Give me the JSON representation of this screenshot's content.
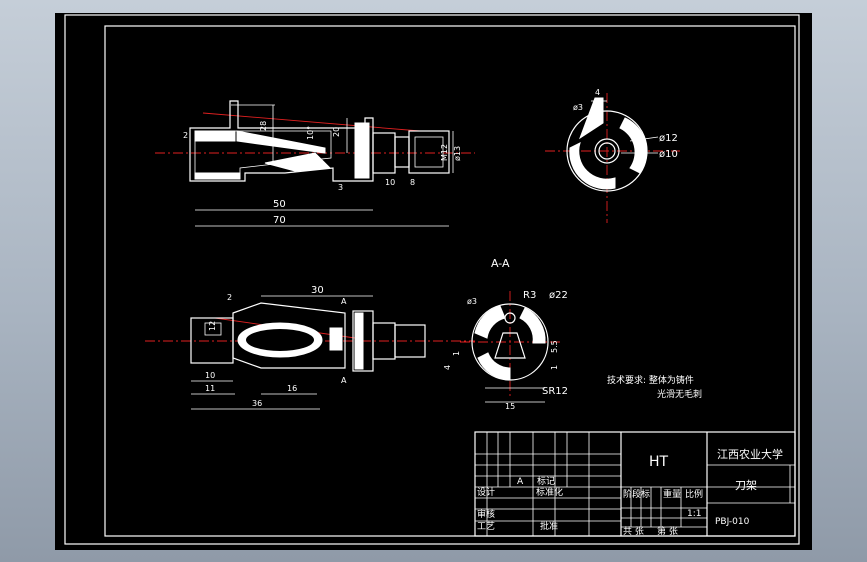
{
  "drawing": {
    "dims_view1": {
      "d28": "28",
      "d20": "20",
      "d10deg": "10°",
      "d50": "50",
      "d70": "70",
      "dM12": "M12",
      "d13": "ø13",
      "d10": "10",
      "d8": "8",
      "d2": "2",
      "d3": "3"
    },
    "dims_view2": {
      "d30": "30",
      "d10": "10",
      "d11": "11",
      "d16": "16",
      "d36": "36",
      "d2": "2",
      "d12": "12",
      "sectionA_top": "A",
      "sectionA_bottom": "A"
    },
    "dims_view3": {
      "d4": "4",
      "phi3": "ø3",
      "phi12": "ø12",
      "phi10": "ø10"
    },
    "section": {
      "title": "A-A",
      "phi3": "ø3",
      "r3": "R3",
      "phi22": "ø22",
      "d4": "4",
      "d1": "1",
      "d55": "5.5",
      "d1b": "1",
      "sr12": "SR12",
      "d15": "15"
    },
    "notes": {
      "line1": "技术要求: 整体为铸件",
      "line2": "光滑无毛刺"
    }
  },
  "title_block": {
    "material": "HT",
    "school": "江西农业大学",
    "part_name": "刀架",
    "drawing_no": "PBJ-010",
    "c_mark": "A",
    "c_biaoji": "标记",
    "c_sheji": "设计",
    "c_shenhe": "审核",
    "c_gongyi": "工艺",
    "c_biaozhun": "标准化",
    "c_pizhun": "批准",
    "c_jieduan": "阶段标",
    "c_zhongliang": "重量",
    "c_bili": "比例",
    "c_scale": "1:1",
    "c_gong": "共 张",
    "c_di": "第 张"
  }
}
